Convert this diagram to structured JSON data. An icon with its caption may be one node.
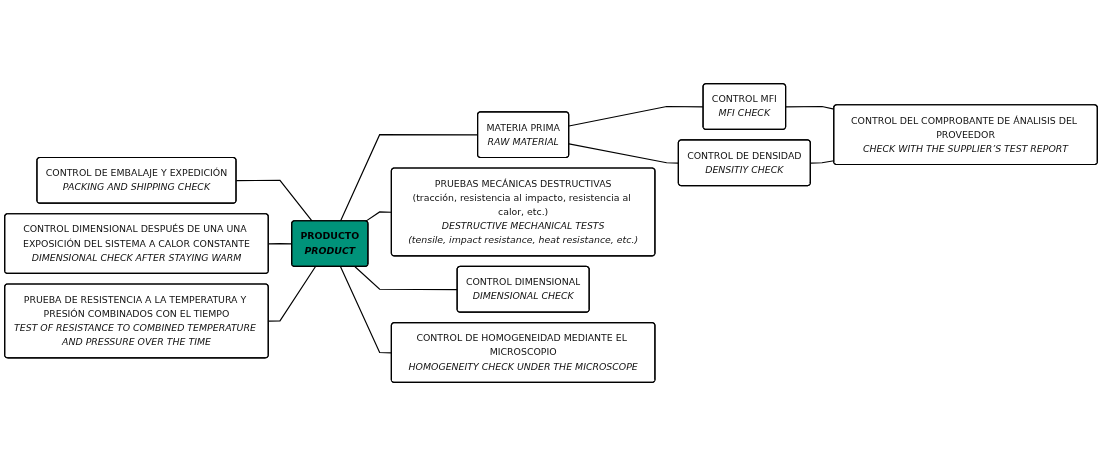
{
  "diagram": {
    "nodes": [
      {
        "text": [
          "CONTROL MFI",
          "MFI CHECK"
        ]
      },
      {
        "text": [
          "CONTROL DEL COMPROBANTE DE ÁNALISIS DEL PROVEEDOR",
          "CHECK WITH THE SUPPLIER’S TEST REPORT"
        ]
      },
      {
        "text": [
          "MATERIA PRIMA",
          "RAW MATERIAL"
        ]
      },
      {
        "text": [
          "CONTROL DE EMBALAJE Y EXPEDICIÓN",
          "PACKING AND SHIPPING CHECK"
        ]
      },
      {
        "text": [
          "CONTROL DE DENSIDAD",
          "DENSITIY CHECK"
        ]
      },
      {
        "text": [
          "PRODUCTO",
          "PRODUCT"
        ]
      },
      {
        "text": [
          "PRUEBAS MECÁNICAS DESTRUCTIVAS",
          "(tracción, resistencia al impacto, resistencia al calor, etc.)",
          "DESTRUCTIVE MECHANICAL TESTS",
          "(tensile, impact resistance, heat resistance, etc.)"
        ]
      },
      {
        "text": [
          "CONTROL DIMENSIONAL DESPUÉS DE UNA UNA EXPOSICIÓN DEL SISTEMA A CALOR CONSTANTE",
          "DIMENSIONAL CHECK AFTER STAYING WARM"
        ]
      },
      {
        "text": [
          "CONTROL DIMENSIONAL",
          "DIMENSIONAL CHECK"
        ]
      },
      {
        "text": [
          "PRUEBA DE RESISTENCIA A LA TEMPERATURA Y PRESIÓN COMBINADOS CON EL TIEMPO",
          "TEST OF RESISTANCE TO COMBINED TEMPERATURE AND PRESSURE OVER THE TIME"
        ]
      },
      {
        "text": [
          "CONTROL DE HOMOGENEIDAD MEDIANTE EL MICROSCOPIO",
          "HOMOGENEITY CHECK UNDER THE MICROSCOPE"
        ]
      }
    ],
    "edges": [
      {
        "from": 3,
        "to": 5,
        "arrow": "none"
      },
      {
        "from": 7,
        "to": 5,
        "arrow": "none"
      },
      {
        "from": 9,
        "to": 5,
        "arrow": "none"
      },
      {
        "from": 5,
        "to": 2,
        "arrow": "none"
      },
      {
        "from": 2,
        "to": 0,
        "arrow": "none"
      },
      {
        "from": 2,
        "to": 4,
        "arrow": "none"
      },
      {
        "from": 0,
        "to": 1,
        "arrow": "none"
      },
      {
        "from": 4,
        "to": 1,
        "arrow": "none"
      },
      {
        "from": 5,
        "to": 6,
        "arrow": "none"
      },
      {
        "from": 5,
        "to": 8,
        "arrow": "none"
      },
      {
        "from": 5,
        "to": 10,
        "arrow": "none"
      }
    ]
  }
}
